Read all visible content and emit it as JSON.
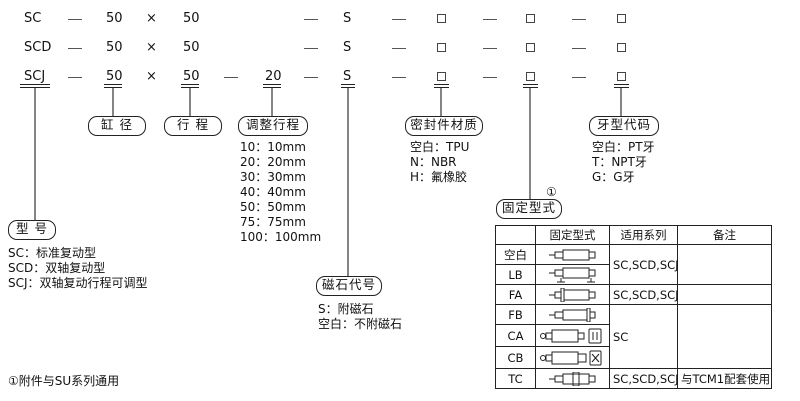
{
  "rows": [
    {
      "model": "SC",
      "bore": "50",
      "times": "×",
      "stroke": "50",
      "adj": "",
      "magnet": "S"
    },
    {
      "model": "SCD",
      "bore": "50",
      "times": "×",
      "stroke": "50",
      "adj": "",
      "magnet": "S"
    },
    {
      "model": "SCJ",
      "bore": "50",
      "times": "×",
      "stroke": "50",
      "adj": "20",
      "magnet": "S"
    }
  ],
  "labels": {
    "bore": "缸 径",
    "stroke": "行 程",
    "adjust_stroke": "调整行程",
    "seal_material": "密封件材质",
    "thread_code": "牙型代码",
    "model": "型 号",
    "magnet_code": "磁石代号",
    "mount_type": "固定型式",
    "mount_note_marker": "①"
  },
  "adjust_options": [
    "10：10mm",
    "20：20mm",
    "30：30mm",
    "40：40mm",
    "50：50mm",
    "75：75mm",
    "100：100mm"
  ],
  "seal_options": [
    "空白：TPU",
    "N：NBR",
    "H：氟橡胶"
  ],
  "thread_options": [
    "空白：PT牙",
    "T：NPT牙",
    "G：G牙"
  ],
  "model_options": [
    "SC：标准复动型",
    "SCD：双轴复动型",
    "SCJ：双轴复动行程可调型"
  ],
  "magnet_options": [
    "S：附磁石",
    "空白：不附磁石"
  ],
  "mount_table": {
    "headers": [
      "",
      "固定型式",
      "适用系列",
      "备注"
    ],
    "rows": [
      {
        "code": "空白",
        "icon": "basic-cylinder-icon"
      },
      {
        "code": "LB",
        "icon": "foot-mount-icon"
      },
      {
        "code": "FA",
        "icon": "front-flange-icon"
      },
      {
        "code": "FB",
        "icon": "rear-flange-icon"
      },
      {
        "code": "CA",
        "icon": "single-clevis-icon"
      },
      {
        "code": "CB",
        "icon": "double-clevis-icon"
      },
      {
        "code": "TC",
        "icon": "trunnion-mount-icon"
      }
    ],
    "series_groups": [
      "SC,SCD,SCJ",
      "SC,SCD,SCJ",
      "SC",
      "SC,SCD,SCJ"
    ],
    "remark_tc": "与TCM1配套使用"
  },
  "footnote": "①附件与SU系列通用"
}
